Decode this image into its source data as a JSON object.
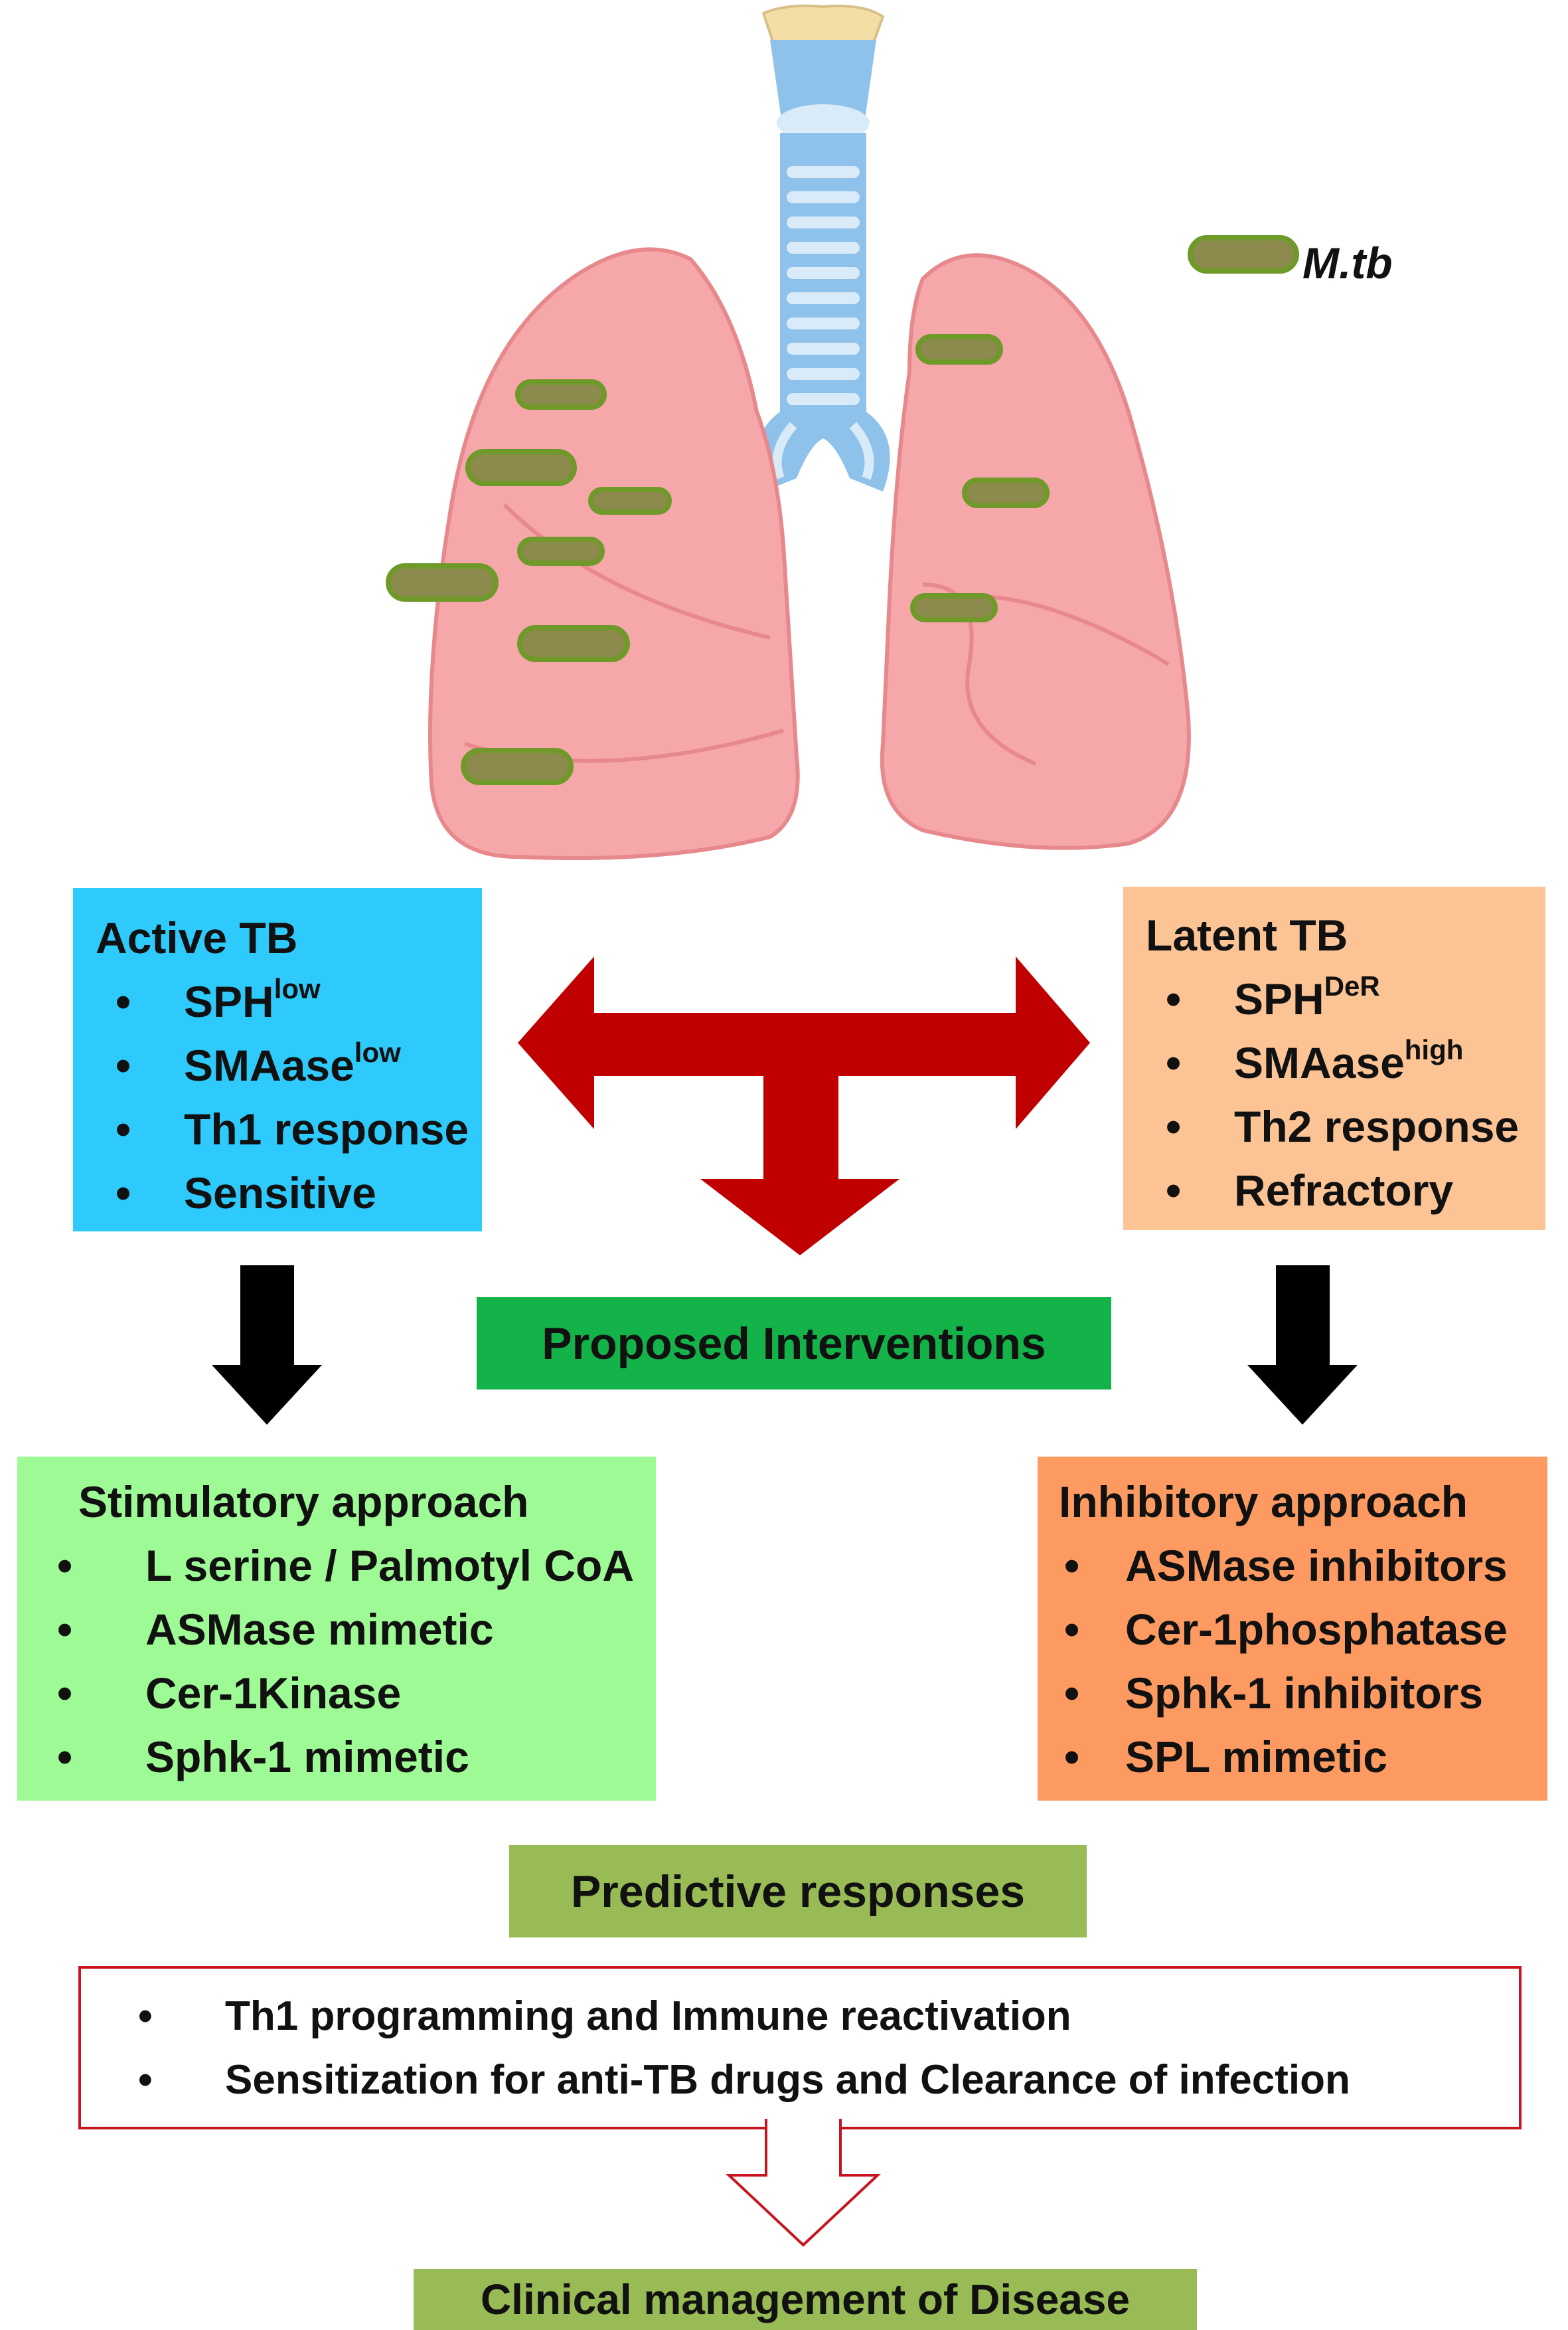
{
  "legend": {
    "label": "M.tb"
  },
  "active_tb": {
    "title": "Active TB",
    "items": [
      {
        "text": "SPH",
        "sup": "low"
      },
      {
        "text": "SMAase",
        "sup": "low"
      },
      {
        "text": "Th1 response",
        "sup": ""
      },
      {
        "text": "Sensitive",
        "sup": ""
      }
    ]
  },
  "latent_tb": {
    "title": "Latent TB",
    "items": [
      {
        "text": "SPH",
        "sup": "DeR"
      },
      {
        "text": "SMAase",
        "sup": "high"
      },
      {
        "text": "Th2 response",
        "sup": ""
      },
      {
        "text": "Refractory",
        "sup": ""
      }
    ]
  },
  "proposed": {
    "label": "Proposed Interventions"
  },
  "stimulatory": {
    "title": "Stimulatory approach",
    "items": [
      "L serine / Palmotyl CoA",
      "ASMase mimetic",
      "Cer-1Kinase",
      "Sphk-1 mimetic"
    ]
  },
  "inhibitory": {
    "title": "Inhibitory approach",
    "items": [
      "ASMase inhibitors",
      "Cer-1phosphatase",
      "Sphk-1 inhibitors",
      "SPL mimetic"
    ]
  },
  "predictive": {
    "label": "Predictive responses"
  },
  "responses": {
    "items": [
      "Th1 programming and Immune reactivation",
      "Sensitization for anti-TB drugs and Clearance of infection"
    ]
  },
  "clinical": {
    "label": "Clinical management of Disease"
  },
  "colors": {
    "active": "#2ecafb",
    "latent": "#fcc394",
    "stimulatory": "#9efa94",
    "inhibitory": "#fd9a61",
    "proposed": "#14b34a",
    "predictive": "#98bb55",
    "red_arrow": "#c00000",
    "bacterium": "#8d8a4e"
  }
}
